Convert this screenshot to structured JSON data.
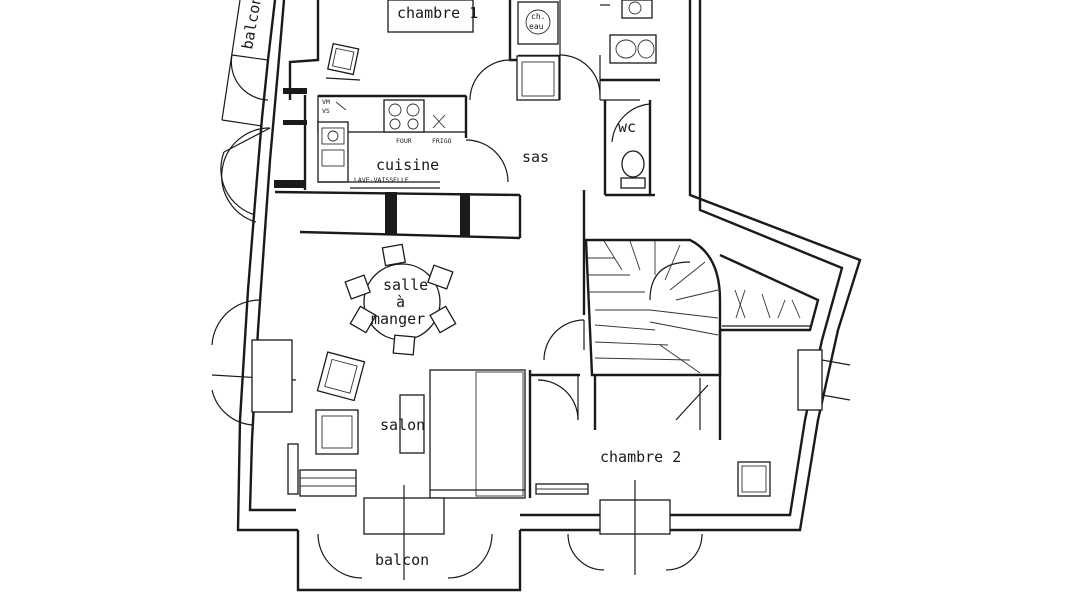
{
  "rooms": {
    "chambre1": "chambre 1",
    "cuisine": "cuisine",
    "sas": "sas",
    "wc": "wc",
    "salle": "salle",
    "a": "à",
    "manger": "manger",
    "salon": "salon",
    "chambre2": "chambre 2",
    "balcon_bottom": "balcon",
    "balcon_left": "balcon",
    "ch_eau_1": "ch.",
    "ch_eau_2": "eau"
  },
  "appliances": {
    "four": "FOUR",
    "frigo": "FRIGO",
    "lave_vaisselle": "LAVE-VAISSELLE",
    "vm": "VM",
    "vs": "VS"
  },
  "colors": {
    "ink": "#1a1a1a",
    "paper": "#ffffff"
  }
}
